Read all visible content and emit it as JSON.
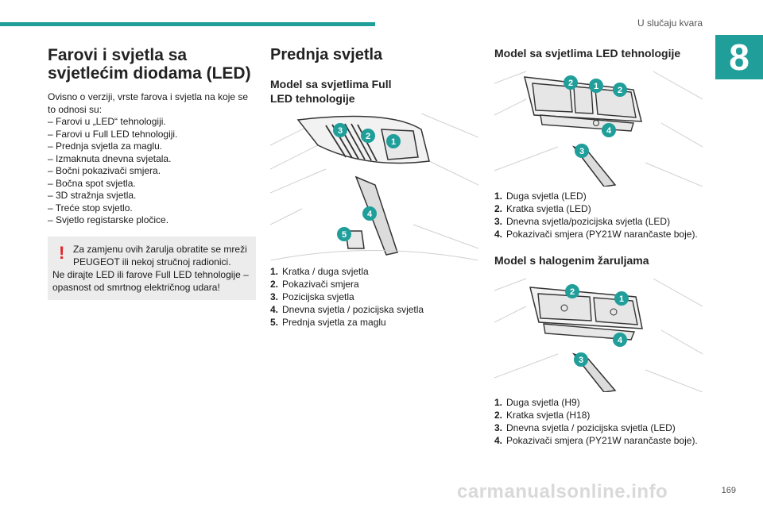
{
  "header": {
    "section_title": "U slučaju kvara",
    "chapter_number": "8",
    "page_number": "169"
  },
  "col1": {
    "title": "Farovi i svjetla sa svjetlećim diodama (LED)",
    "intro": "Ovisno o verziji, vrste farova i svjetla na koje se to odnosi su:",
    "items": [
      "– Farovi u „LED“ tehnologiji.",
      "– Farovi u Full LED tehnologiji.",
      "– Prednja svjetla za maglu.",
      "– Izmaknuta dnevna svjetala.",
      "– Bočni pokazivači smjera.",
      "– Bočna spot svjetla.",
      "– 3D stražnja svjetla.",
      "– Treće stop svjetlo.",
      "– Svjetlo registarske pločice."
    ],
    "warning_icon": "!",
    "warning_text1": "Za zamjenu ovih žarulja obratite se mreži PEUGEOT ili nekoj stručnoj radionici.",
    "warning_text2": "Ne dirajte LED ili farove Full LED tehnologije – opasnost od smrtnog električnog udara!"
  },
  "col2": {
    "title": "Prednja svjetla",
    "subtitle": "Model sa svjetlima Full LED tehnologije",
    "illustration_labels": [
      "3",
      "2",
      "1",
      "4",
      "5"
    ],
    "items": [
      {
        "num": "1.",
        "text": "Kratka / duga svjetla"
      },
      {
        "num": "2.",
        "text": "Pokazivači smjera"
      },
      {
        "num": "3.",
        "text": "Pozicijska svjetla"
      },
      {
        "num": "4.",
        "text": "Dnevna svjetla / pozicijska svjetla"
      },
      {
        "num": "5.",
        "text": "Prednja svjetla za maglu"
      }
    ]
  },
  "col3": {
    "subtitle1": "Model sa svjetlima LED tehnologije",
    "illustration1_labels": [
      "2",
      "1",
      "2",
      "4",
      "3"
    ],
    "items1": [
      {
        "num": "1.",
        "text": "Duga svjetla (LED)"
      },
      {
        "num": "2.",
        "text": "Kratka svjetla (LED)"
      },
      {
        "num": "3.",
        "text": "Dnevna svjetla/pozicijska svjetla (LED)"
      },
      {
        "num": "4.",
        "text": "Pokazivači smjera (PY21W narančaste boje)."
      }
    ],
    "subtitle2": "Model s halogenim žaruljama",
    "illustration2_labels": [
      "2",
      "1",
      "4",
      "3"
    ],
    "items2": [
      {
        "num": "1.",
        "text": "Duga svjetla (H9)"
      },
      {
        "num": "2.",
        "text": "Kratka svjetla (H18)"
      },
      {
        "num": "3.",
        "text": "Dnevna svjetla / pozicijska svjetla (LED)"
      },
      {
        "num": "4.",
        "text": "Pokazivači smjera (PY21W narančaste boje)."
      }
    ]
  },
  "watermark": "carmanualsonline.info",
  "colors": {
    "accent": "#1f9e9a",
    "warning": "#e0242a",
    "warning_bg": "#ececec"
  }
}
